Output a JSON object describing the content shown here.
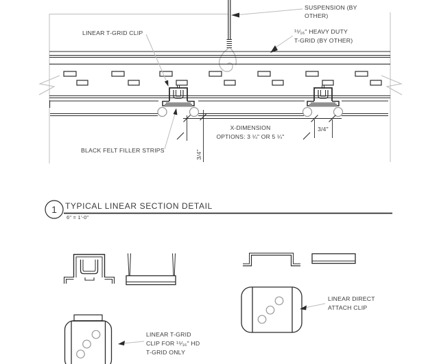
{
  "colors": {
    "line": "#2b2b2b",
    "light": "#bcbcbc",
    "felt": "#8f8f8f",
    "text": "#3a3a3a"
  },
  "section": {
    "callouts": {
      "suspension": {
        "l1": "SUSPENSION (BY",
        "l2": "OTHER)"
      },
      "heavy_duty_tgrid": {
        "l1": "¹⁵⁄₁₆\" HEAVY DUTY",
        "l2": "T-GRID (BY OTHER)"
      },
      "linear_tgrid_clip": "LINEAR T-GRID CLIP",
      "black_felt": "BLACK FELT FILLER STRIPS"
    },
    "dimensions": {
      "x_dimension_l1": "X-DIMENSION",
      "x_dimension_l2": "OPTIONS: 3 ¼\" OR 5 ¼\"",
      "reveal": "3/4\"",
      "panel_depth": "3/4\""
    }
  },
  "title_block": {
    "number": "1",
    "title": "TYPICAL LINEAR SECTION DETAIL",
    "scale": "6\" = 1'-0\""
  },
  "details": {
    "tgrid_clip_label": {
      "l1": "LINEAR T-GRID",
      "l2": "CLIP FOR ¹⁵⁄₁₆\" HD",
      "l3": "T-GRID ONLY"
    },
    "direct_clip_label": {
      "l1": "LINEAR DIRECT",
      "l2": "ATTACH CLIP"
    }
  }
}
